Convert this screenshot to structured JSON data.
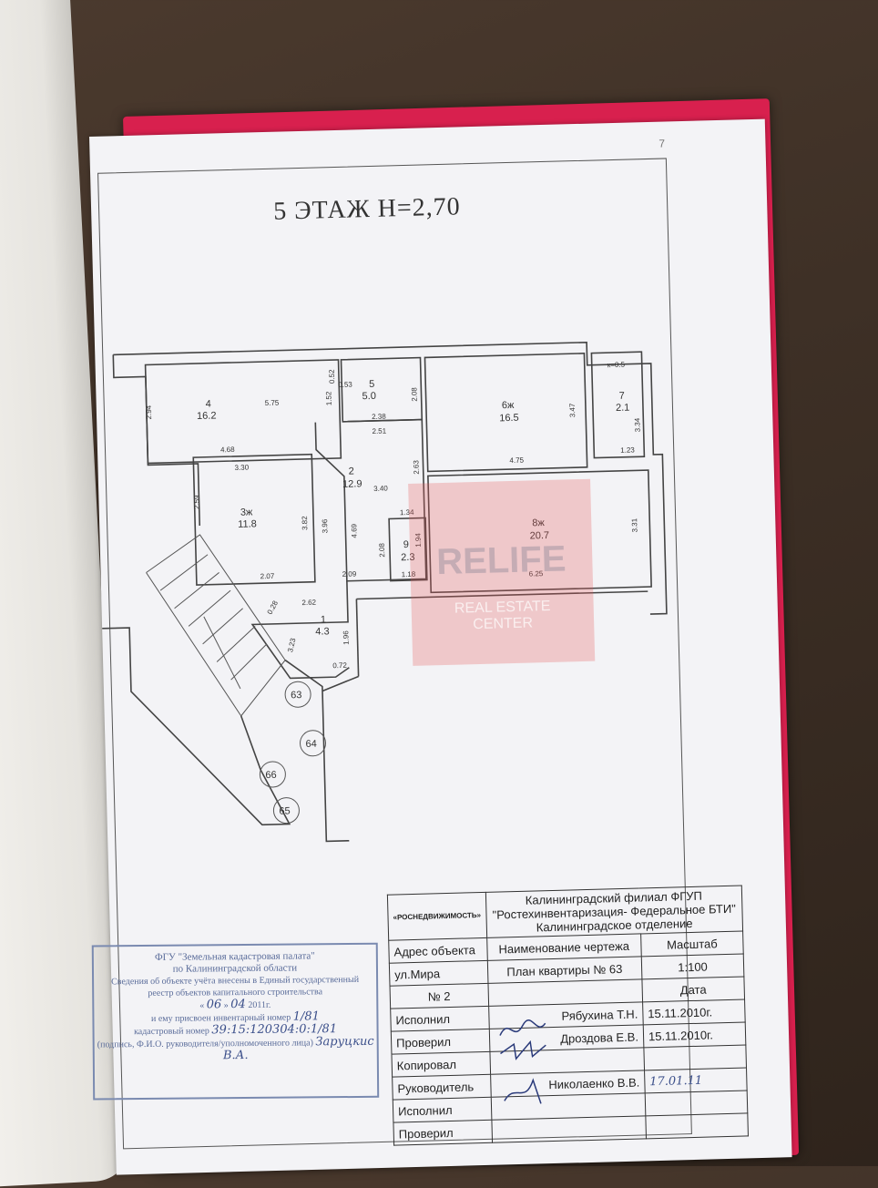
{
  "plan": {
    "title": "5 ЭТАЖ  Н=2,70",
    "rooms": [
      {
        "num": "4",
        "area": "16.2"
      },
      {
        "num": "5",
        "area": "5.0"
      },
      {
        "num": "6ж",
        "area": "16.5"
      },
      {
        "num": "7",
        "area": "2.1"
      },
      {
        "num": "2",
        "area": "12.9"
      },
      {
        "num": "3ж",
        "area": "11.8"
      },
      {
        "num": "8ж",
        "area": "20.7"
      },
      {
        "num": "9",
        "area": "2.3"
      },
      {
        "num": "1",
        "area": "4.3"
      }
    ],
    "dims": [
      "5.75",
      "2.94",
      "4.68",
      "1.52",
      "0.52",
      "0.53",
      "2.38",
      "2.08",
      "2.51",
      "3.47",
      "4.75",
      "к=0.5",
      "3.34",
      "1.23",
      "3.30",
      "2.59",
      "3.82",
      "3.96",
      "4.69",
      "2.07",
      "2.09",
      "2.63",
      "3.40",
      "1.34",
      "1.94",
      "2.08",
      "1.18",
      "3.31",
      "6.25",
      "0.28",
      "2.62",
      "3.23",
      "1.96",
      "0.72"
    ],
    "neighbors": [
      "63",
      "64",
      "66",
      "65"
    ]
  },
  "watermark": {
    "big": "RELIFE",
    "line1": "REAL ESTATE",
    "line2": "CENTER"
  },
  "titleblock": {
    "org_short": "«РОСНЕДВИЖИМОСТЬ»",
    "org_full": "Калининградский филиал ФГУП \"Ростехинвентаризация- Федеральное БТИ\" Калининградское отделение",
    "col_address": "Адрес объекта",
    "col_drawing": "Наименование чертежа",
    "col_scale": "Масштаб",
    "address_street": "ул.Мира",
    "address_num": "№ 2",
    "drawing_name": "План квартиры № 63",
    "scale": "1:100",
    "col_date": "Дата",
    "rows": [
      {
        "role": "Исполнил",
        "name": "Рябухина Т.Н.",
        "date": "15.11.2010г."
      },
      {
        "role": "Проверил",
        "name": "Дроздова Е.В.",
        "date": "15.11.2010г."
      },
      {
        "role": "Копировал",
        "name": "",
        "date": ""
      },
      {
        "role": "Руководитель",
        "name": "Николаенко В.В.",
        "date": "17.01.11"
      },
      {
        "role": "Исполнил",
        "name": "",
        "date": ""
      },
      {
        "role": "Проверил",
        "name": "",
        "date": ""
      }
    ]
  },
  "stamp": {
    "line1": "ФГУ \"Земельная кадастровая палата\"",
    "line2": "по Калининградской области",
    "line3": "Сведения об объекте учёта внесены в Единый государственный",
    "line4": "реестр объектов капитального строительства",
    "date_day": "06",
    "date_month": "04",
    "date_year": "2011г.",
    "line5": "и ему присвоен инвентарный номер",
    "inv": "1/81",
    "line6": "кадастровый номер",
    "cad": "39:15:120304:0:1/81",
    "line7": "(подпись, Ф.И.О. руководителя/уполномоченного лица)",
    "signer": "Заруцкис В.А."
  },
  "corner": "7"
}
